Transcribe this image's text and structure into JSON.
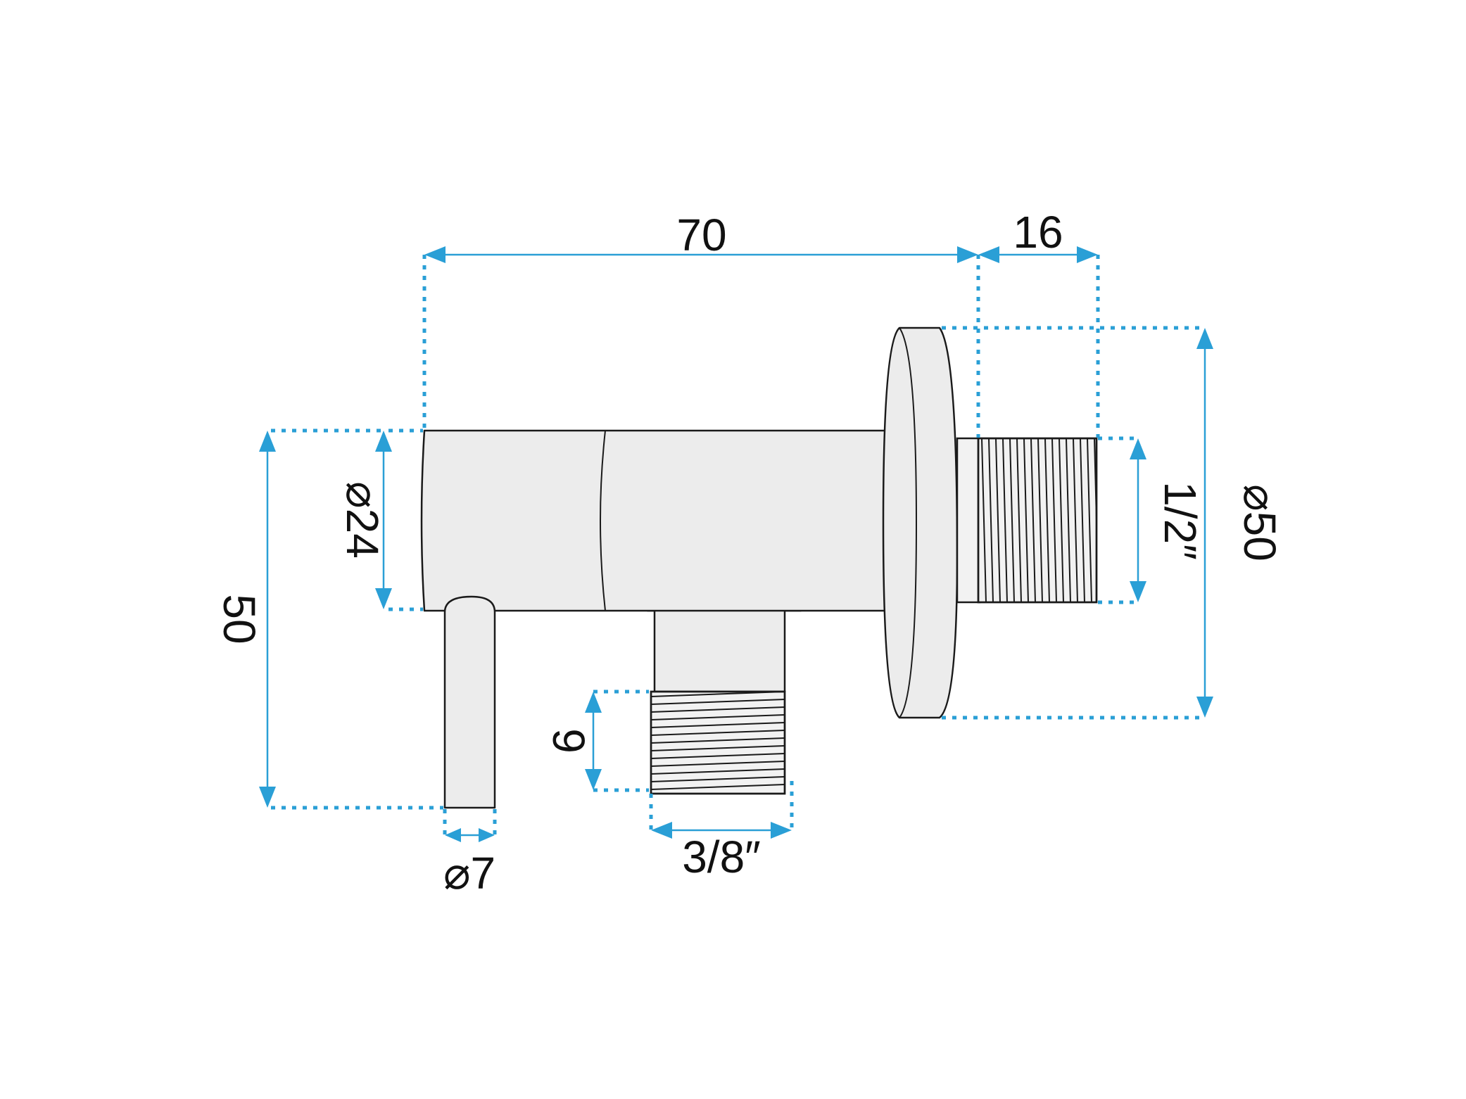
{
  "colors": {
    "accent": "#2a9fd6",
    "outline": "#1a1a1a",
    "part_fill": "#ececec"
  },
  "dimensions": {
    "length_body": "70",
    "length_thread": "16",
    "dia_body": "⌀24",
    "height_total": "50",
    "dia_flange": "⌀50",
    "thread_outlet": "1/2″",
    "thread_inlet_length": "9",
    "thread_inlet": "3/8″",
    "dia_handle": "⌀7"
  }
}
